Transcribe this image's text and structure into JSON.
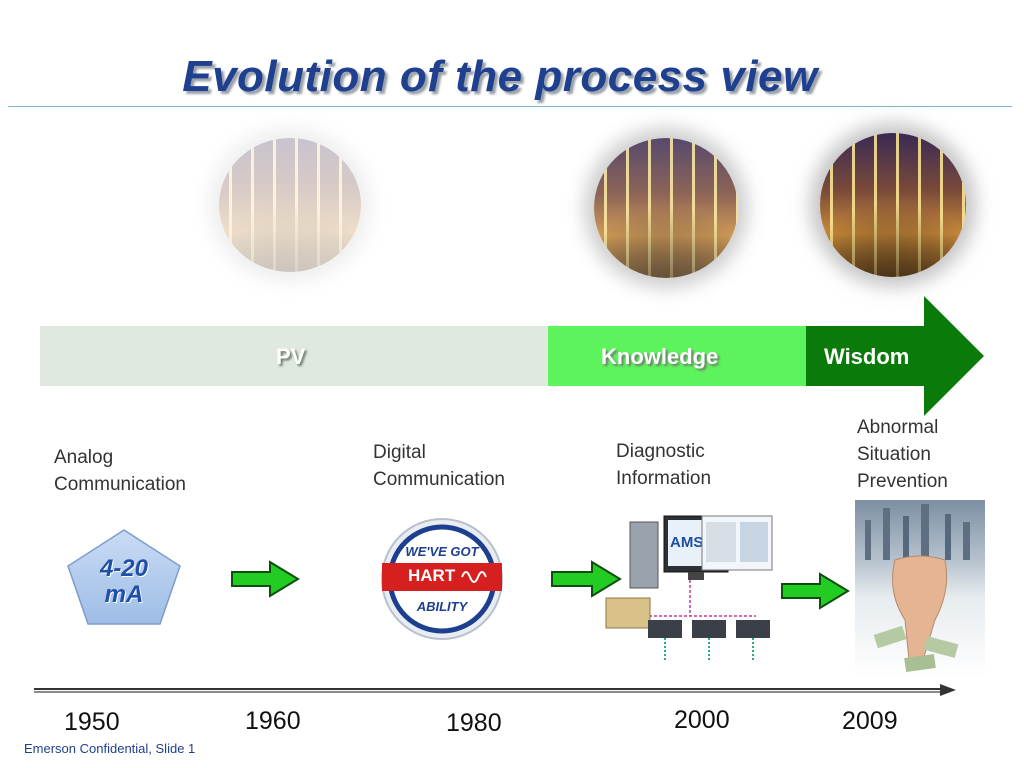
{
  "title": "Evolution of the process view",
  "bars": {
    "pv": "PV",
    "knowledge": "Knowledge",
    "wisdom": "Wisdom"
  },
  "stages": {
    "analog": "Analog Communication",
    "digital": "Digital Communication",
    "diagnostic": "Diagnostic Information",
    "abnormal": "Abnormal Situation Prevention"
  },
  "icons": {
    "pentagon_line1": "4-20",
    "pentagon_line2": "mA",
    "hart_top": "WE'VE GOT",
    "hart_mid": "HART",
    "hart_bottom": "ABILITY",
    "ams": "AMS"
  },
  "years": [
    "1950",
    "1960",
    "1980",
    "2000",
    "2009"
  ],
  "footer": "Emerson Confidential, Slide 1",
  "colors": {
    "title": "#1f3f8f",
    "pv_bar": "#dfe9df",
    "knowledge_bar": "#5df35d",
    "wisdom_arrow": "#0a7a0a",
    "step_arrow": "#22cc22"
  }
}
